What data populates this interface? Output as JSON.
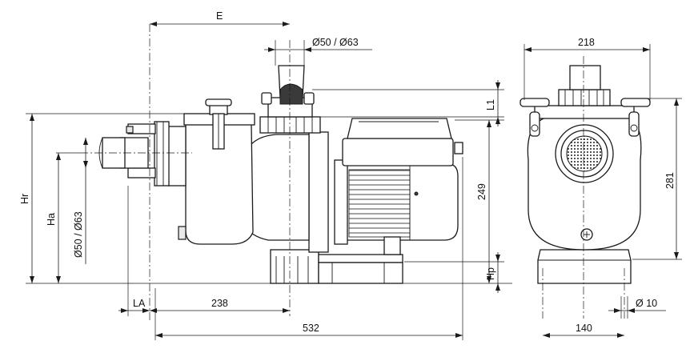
{
  "dimensions": {
    "E": "E",
    "dia_top": "Ø50 / Ø63",
    "dia_side": "Ø50 / Ø63",
    "L1": "L1",
    "Hr": "Hr",
    "Ha": "Ha",
    "Hp": "Hp",
    "LA": "LA",
    "d238": "238",
    "d532": "532",
    "d249": "249",
    "d218": "218",
    "d281": "281",
    "d140": "140",
    "dia10": "Ø 10"
  }
}
